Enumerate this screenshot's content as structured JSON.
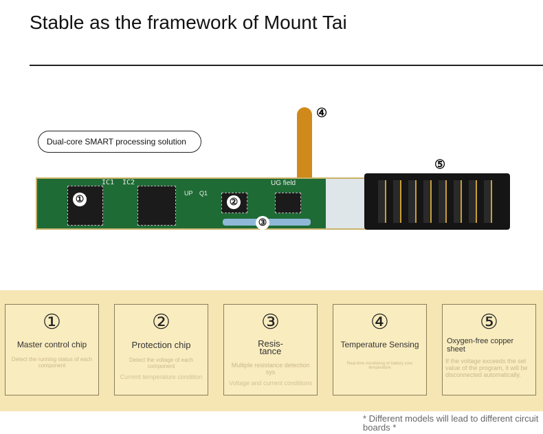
{
  "title": "Stable as the framework of Mount Tai",
  "solution_label": "Dual-core SMART processing solution",
  "board": {
    "labels": [
      "IC1",
      "IC2",
      "UP",
      "Q1",
      "UG field"
    ],
    "markers": [
      "①",
      "②",
      "③",
      "④",
      "⑤"
    ]
  },
  "cards": [
    {
      "num": "①",
      "title": "Master control chip",
      "desc": "Detect the running status of each component",
      "desc2": ""
    },
    {
      "num": "②",
      "title": "Protection chip",
      "desc": "Detect the voltage of each component",
      "desc2": "Current temperature condition"
    },
    {
      "num": "③",
      "title": "Resis-\ntance",
      "desc": "Multiple resistance detection sys",
      "desc2": "Voltage and current conditions"
    },
    {
      "num": "④",
      "title": "Temperature Sensing",
      "desc": "Real-time monitoring of battery core temperature",
      "desc2": ""
    },
    {
      "num": "⑤",
      "title": "Oxygen-free copper sheet",
      "desc": "If the voltage exceeds the set value of the program, it will be disconnected automatically.",
      "desc2": ""
    }
  ],
  "footnote": "* Different models will lead to different circuit boards *"
}
